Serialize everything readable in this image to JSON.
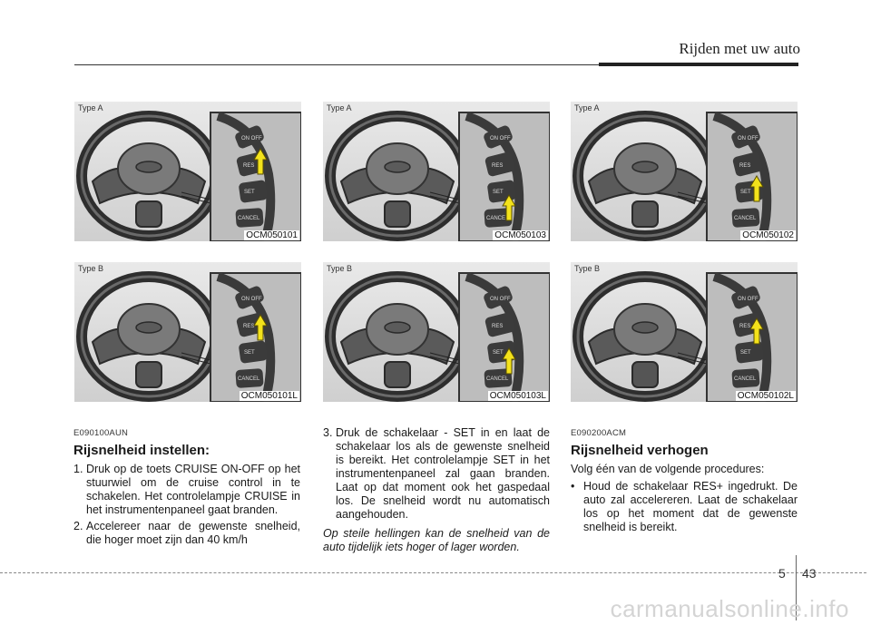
{
  "header": {
    "title": "Rijden met uw auto"
  },
  "figures": [
    {
      "type": "Type A",
      "code": "OCM050101"
    },
    {
      "type": "Type B",
      "code": "OCM050101L"
    },
    {
      "type": "Type A",
      "code": "OCM050103"
    },
    {
      "type": "Type B",
      "code": "OCM050103L"
    },
    {
      "type": "Type A",
      "code": "OCM050102"
    },
    {
      "type": "Type B",
      "code": "OCM050102L"
    }
  ],
  "buttons": {
    "onoff": "ON OFF",
    "res": "RES",
    "set": "SET",
    "cancel": "CANCEL"
  },
  "col1": {
    "code": "E090100AUN",
    "title": "Rijsnelheid instellen:",
    "items": [
      {
        "num": "1.",
        "text": "Druk op de toets CRUISE ON-OFF op het stuurwiel om de cruise control in te schakelen. Het controlelampje CRUISE in het instrumentenpaneel gaat branden."
      },
      {
        "num": "2.",
        "text": "Accelereer naar de gewenste snelheid, die hoger moet zijn dan 40 km/h"
      }
    ]
  },
  "col2": {
    "items": [
      {
        "num": "3.",
        "text": "Druk de schakelaar - SET in en laat de schakelaar los als de gewenste snelheid is bereikt. Het controlelampje SET in het instrumentenpaneel zal gaan branden. Laat op dat moment ook het gaspedaal los. De snelheid wordt nu automatisch aangehouden."
      }
    ],
    "note": "Op steile hellingen kan de snelheid van de auto tijdelijk iets hoger of lager worden."
  },
  "col3": {
    "code": "E090200ACM",
    "title": "Rijsnelheid verhogen",
    "intro": "Volg één van de volgende procedures:",
    "bullet": "•",
    "items": [
      {
        "text": "Houd de schakelaar RES+ ingedrukt. De auto zal accelereren. Laat de schakelaar los op het moment dat de gewenste snelheid is bereikt."
      }
    ]
  },
  "footer": {
    "chapter": "5",
    "page": "43",
    "watermark": "carmanualsonline.info"
  }
}
